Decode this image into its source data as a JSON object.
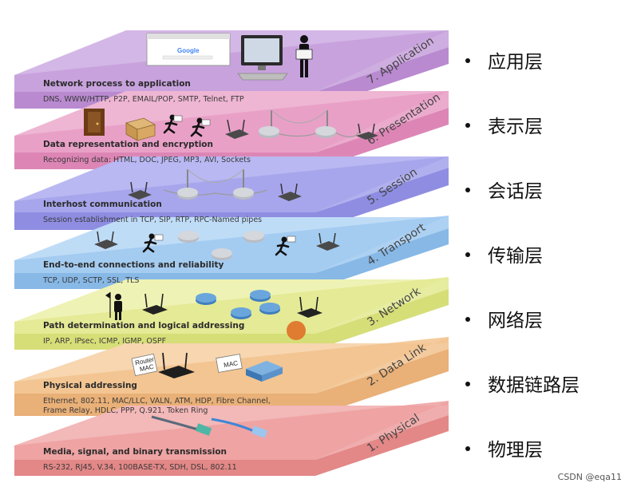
{
  "layers": [
    {
      "name": "7. Application",
      "desc": "Network process to application",
      "protocols": [
        "DNS, WWW/HTTP, P2P, EMAIL/POP, SMTP, Telnet, FTP"
      ],
      "color_top": "#d3b7e6",
      "color_mid": "#c59fdb",
      "color_bar": "#b98ad0",
      "label_cn": "应用层"
    },
    {
      "name": "6. Presentation",
      "desc": "Data representation and encryption",
      "protocols": [
        "Recognizing data: HTML, DOC, JPEG, MP3, AVI, Sockets"
      ],
      "color_top": "#eeb6d3",
      "color_mid": "#e79cc4",
      "color_bar": "#dd86b6",
      "label_cn": "表示层"
    },
    {
      "name": "5. Session",
      "desc": "Interhost communication",
      "protocols": [
        "Session establishment in TCP, SIP, RTP, RPC-Named pipes"
      ],
      "color_top": "#b9b8f2",
      "color_mid": "#a3a2eb",
      "color_bar": "#8e8de2",
      "label_cn": "会话层"
    },
    {
      "name": "4. Transport",
      "desc": "End-to-end connections and reliability",
      "protocols": [
        "TCP, UDP, SCTP, SSL, TLS"
      ],
      "color_top": "#bfdcf7",
      "color_mid": "#9fc9f0",
      "color_bar": "#87b8e6",
      "label_cn": "传输层"
    },
    {
      "name": "3. Network",
      "desc": "Path determination and logical addressing",
      "protocols": [
        "IP, ARP, IPsec, ICMP, IGMP, OSPF"
      ],
      "color_top": "#eef2b4",
      "color_mid": "#e2e98f",
      "color_bar": "#d6de77",
      "label_cn": "网络层"
    },
    {
      "name": "2. Data Link",
      "desc": "Physical addressing",
      "protocols": [
        "Ethernet, 802.11, MAC/LLC, VALN, ATM, HDP, Fibre Channel,",
        "Frame Relay, HDLC,  PPP, Q.921, Token Ring"
      ],
      "color_top": "#f7d6b0",
      "color_mid": "#f2c28d",
      "color_bar": "#e9b077",
      "label_cn": "数据链路层"
    },
    {
      "name": "1. Physical",
      "desc": "Media, signal, and binary transmission",
      "protocols": [
        "RS-232, RJ45, V.34, 100BASE-TX, SDH, DSL, 802.11"
      ],
      "color_top": "#f3b8b8",
      "color_mid": "#ed9f9f",
      "color_bar": "#e38787",
      "label_cn": "物理层"
    }
  ],
  "illustrations": {
    "browser_logo": "Google",
    "router_mac_label": "Router\nMAC",
    "mac_label": "MAC",
    "icons": [
      "browser-window-icon",
      "computer-icon",
      "person-icon",
      "door-icon",
      "box-icon",
      "running-person-icon",
      "wireless-router-icon",
      "bridge-icon",
      "network-router-icon",
      "switch-icon",
      "ethernet-cable-icon"
    ]
  },
  "watermark": "CSDN @eqa11"
}
